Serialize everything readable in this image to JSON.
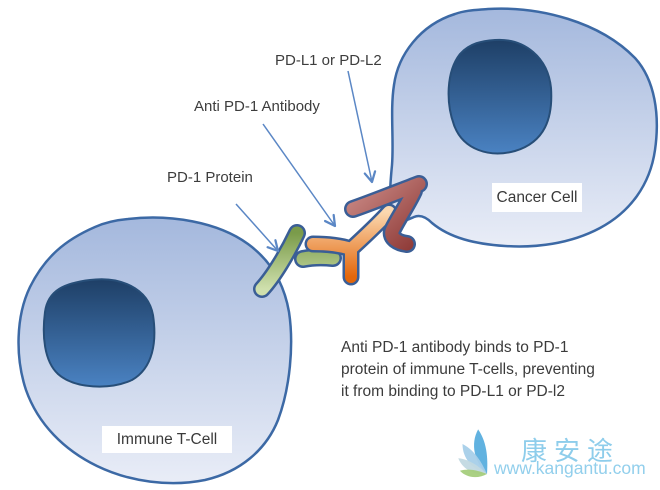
{
  "diagram": {
    "title_labels": {
      "pdl_ligand": "PD-L1 or PD-L2",
      "anti_pd1_antibody": "Anti PD-1 Antibody",
      "pd1_protein": "PD-1 Protein"
    },
    "cell_labels": {
      "cancer_cell": "Cancer Cell",
      "immune_tcell": "Immune T-Cell"
    },
    "caption": {
      "lines": [
        "Anti PD-1 antibody binds to PD-1",
        "protein of immune T-cells, preventing",
        "it from binding to PD-L1 or PD-l2"
      ]
    },
    "icons": {
      "logo": "kangantu-leaf-fan-icon",
      "arrows": [
        "pdl-ligand-arrow",
        "anti-pd1-arrow",
        "pd1-protein-arrow"
      ]
    },
    "colors": {
      "cell_fill_top": "#a4b8dd",
      "cell_fill_bottom": "#e9edf7",
      "cell_outline": "#3c69a5",
      "nucleus_top": "#1e3f66",
      "nucleus_bottom": "#4a82c2",
      "pd1_green_dark": "#7a9b4a",
      "pd1_green_light": "#cfe0ad",
      "antibody_orange_light": "#fbd8b0",
      "antibody_orange_dark": "#e2660b",
      "ligand_red_light": "#cb8b87",
      "ligand_red_dark": "#8e3a37",
      "arrow_blue": "#5b87c5",
      "text": "#3d3d3d",
      "watermark_blue": "#8ecdeb",
      "logo_blue": "#58aede",
      "logo_green": "#a5cd7c"
    }
  },
  "watermark": {
    "brand": "康安途",
    "url": "www.kangantu.com"
  }
}
